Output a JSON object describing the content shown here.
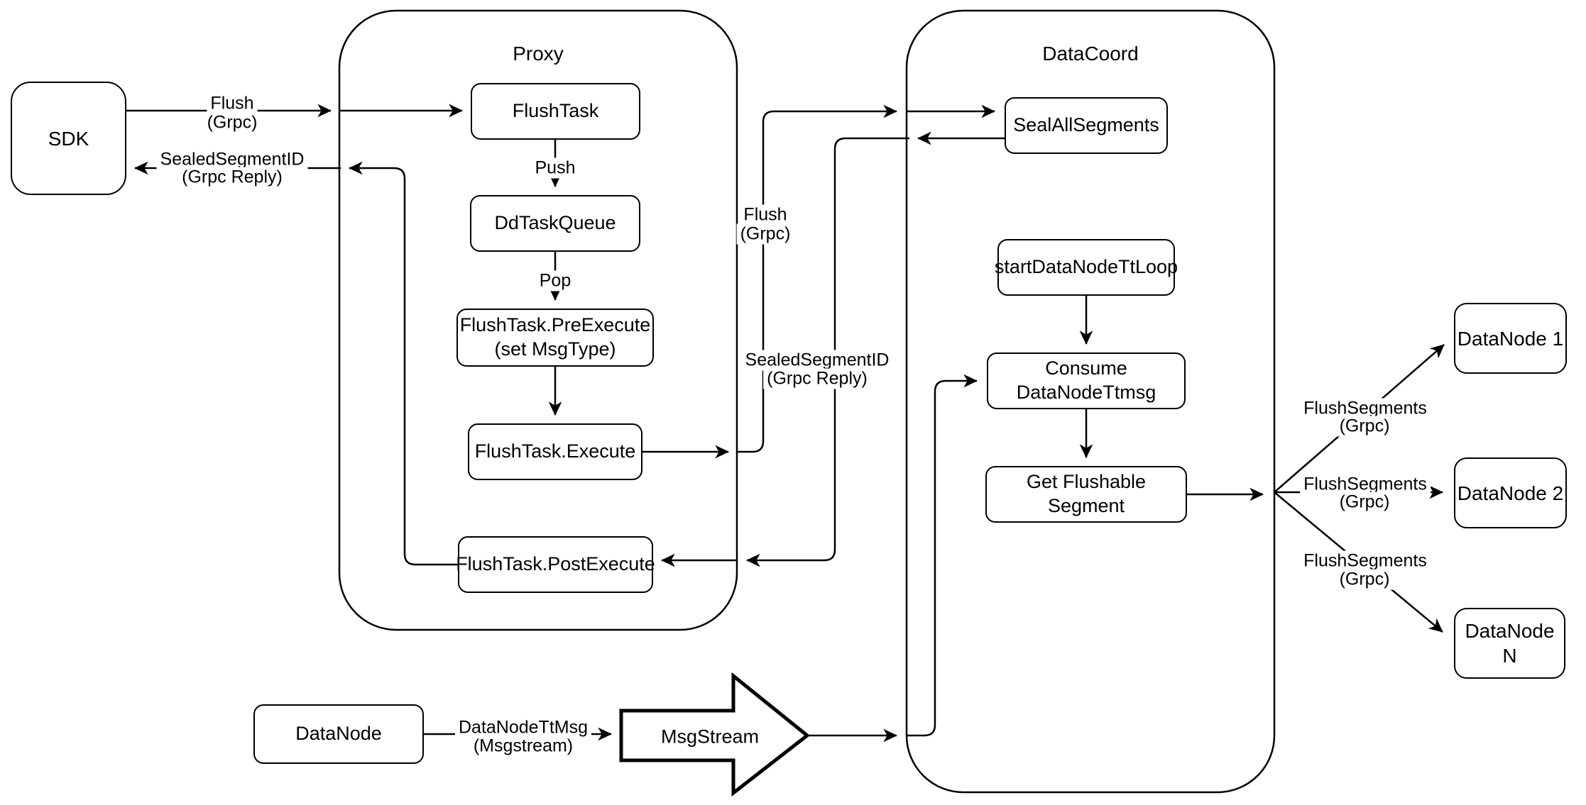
{
  "diagram": {
    "colors": {
      "stroke": "#000000",
      "background": "#ffffff"
    },
    "containers": {
      "proxy": {
        "title": "Proxy"
      },
      "datacoord": {
        "title": "DataCoord"
      }
    },
    "nodes": {
      "sdk": {
        "label": "SDK"
      },
      "flush_task": {
        "label": "FlushTask"
      },
      "dd_task_queue": {
        "label": "DdTaskQueue"
      },
      "pre_execute": {
        "label": "FlushTask.PreExecute\n(set MsgType)"
      },
      "execute": {
        "label": "FlushTask.Execute"
      },
      "post_execute": {
        "label": "FlushTask.PostExecute"
      },
      "seal_all_segments": {
        "label": "SealAllSegments"
      },
      "start_datanode_tt_loop": {
        "label": "startDataNodeTtLoop"
      },
      "consume_datanode_ttmsg": {
        "label": "Consume DataNodeTtmsg"
      },
      "get_flushable_segment": {
        "label": "Get Flushable Segment"
      },
      "datanode_1": {
        "label": "DataNode 1"
      },
      "datanode_2": {
        "label": "DataNode 2"
      },
      "datanode_n": {
        "label": "DataNode N"
      },
      "datanode": {
        "label": "DataNode"
      },
      "msgstream": {
        "label": "MsgStream"
      }
    },
    "edge_labels": {
      "flush_sdk_1": "Flush",
      "flush_sdk_2": "(Grpc)",
      "sealed_sdk_1": "SealedSegmentID",
      "sealed_sdk_2": "(Grpc Reply)",
      "push": "Push",
      "pop": "Pop",
      "flush_mid_1": "Flush",
      "flush_mid_2": "(Grpc)",
      "sealed_mid_1": "SealedSegmentID",
      "sealed_mid_2": "(Grpc Reply)",
      "flushseg_1a": "FlushSegments",
      "flushseg_1b": "(Grpc)",
      "flushseg_2a": "FlushSegments",
      "flushseg_2b": "(Grpc)",
      "flushseg_3a": "FlushSegments",
      "flushseg_3b": "(Grpc)",
      "datanodettmsg_1": "DataNodeTtMsg",
      "datanodettmsg_2": "(Msgstream)"
    }
  }
}
